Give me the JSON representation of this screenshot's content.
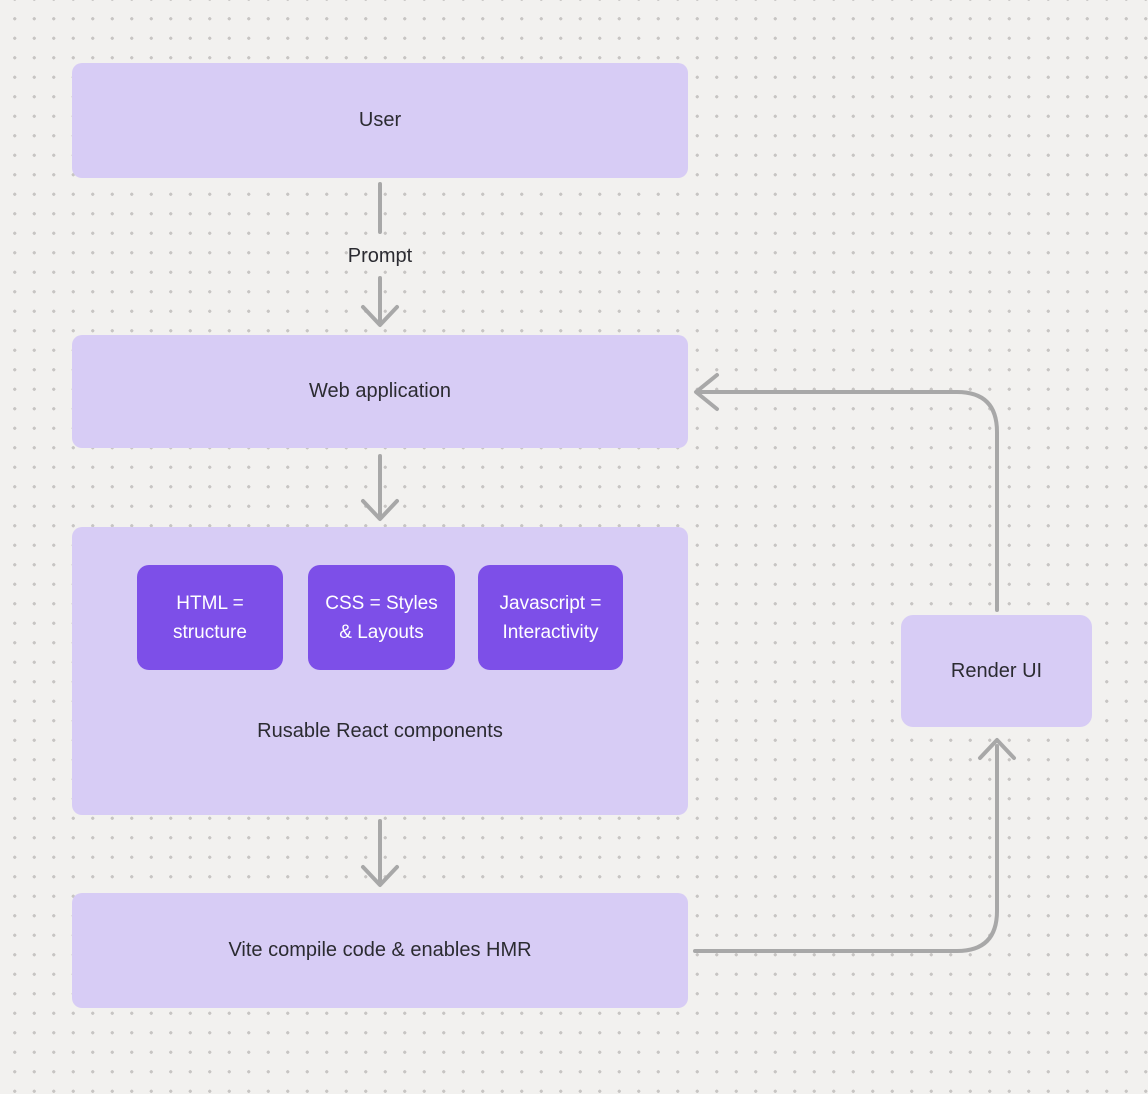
{
  "theme": {
    "canvas_bg": "#f2f1ef",
    "dot_color": "#c7c5c3",
    "node_fill": "#d7ccf5",
    "node_text": "#2b2b31",
    "accent_fill": "#7d4fe8",
    "accent_text": "#ffffff",
    "connector_color": "#a8a8a8"
  },
  "diagram": {
    "nodes": {
      "user": {
        "label": "User"
      },
      "web_application": {
        "label": "Web application"
      },
      "components": {
        "caption": "Rusable React components",
        "chips": [
          {
            "line1": "HTML =",
            "line2": "structure"
          },
          {
            "line1": "CSS = Styles",
            "line2": "& Layouts"
          },
          {
            "line1": "Javascript =",
            "line2": "Interactivity"
          }
        ]
      },
      "vite": {
        "label": "Vite compile code & enables HMR"
      },
      "render_ui": {
        "label": "Render UI"
      }
    },
    "connectors": {
      "prompt_label": "Prompt"
    }
  }
}
